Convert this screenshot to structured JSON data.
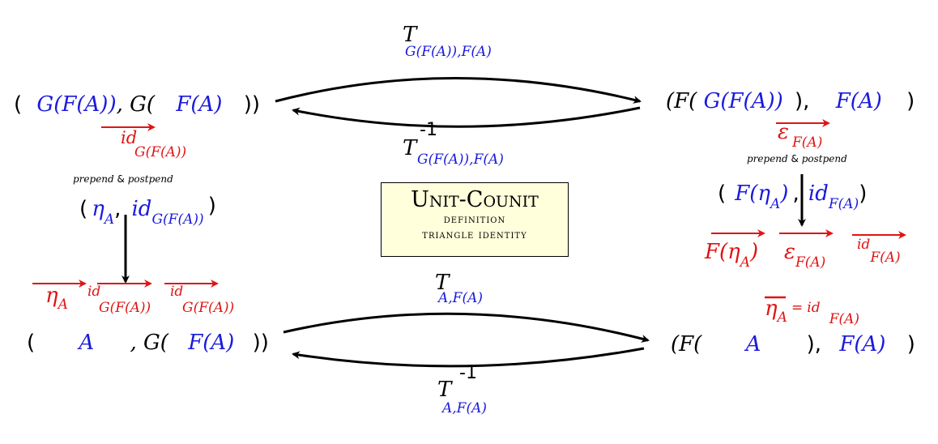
{
  "top_left": {
    "open": "(",
    "g_f_a": "G(F(A))",
    "comma_g": ", G(",
    "f_a": "F(A)",
    "close": "))"
  },
  "top_right": {
    "open_f": "(F(",
    "g_f_a": "G(F(A))",
    "close_comma": "),",
    "f_a": "F(A)",
    "close": ")"
  },
  "bottom_left": {
    "open": "(",
    "a": "A",
    "comma_g": ", G(",
    "f_a": "F(A)",
    "close": "))"
  },
  "bottom_right": {
    "open_f": "(F(",
    "a": "A",
    "close_comma": "),",
    "f_a": "F(A)",
    "close": ")"
  },
  "top_arrow": {
    "T": "T",
    "sub": "G(F(A)),F(A)",
    "inv_T": "T",
    "inv_exp": "-1",
    "inv_sub": "G(F(A)),F(A)"
  },
  "bottom_arrow": {
    "T": "T",
    "sub": "A,F(A)",
    "inv_T": "T",
    "inv_exp": "-1",
    "inv_sub": "A,F(A)"
  },
  "left_column": {
    "id_main": "id",
    "id_sub": "G(F(A))",
    "prepend": "prepend",
    "amp": "&",
    "postpend": "postpend",
    "pair_open": "(",
    "eta": "η",
    "eta_sub": "A",
    "pair_comma": ",",
    "id2": "id",
    "id2_sub": "G(F(A))",
    "pair_close": ")",
    "result_eta": "η",
    "result_eta_sub": "A",
    "result_id1": "id",
    "result_id1_sub": "G(F(A))",
    "result_id2": "id",
    "result_id2_sub": "G(F(A))"
  },
  "right_column": {
    "eps": "ε",
    "eps_sub": "F(A)",
    "prepend": "prepend",
    "amp": "&",
    "postpend": "postpend",
    "pair_open": "(",
    "f_eta": "F(η",
    "f_eta_sub": "A",
    "f_eta_close": ")",
    "pair_comma": ",",
    "id": "id",
    "id_sub": "F(A)",
    "pair_close": ")",
    "result_f_eta": "F(η",
    "result_f_eta_sub": "A",
    "result_f_eta_close": ")",
    "result_eps": "ε",
    "result_eps_sub": "F(A)",
    "result_id": "id",
    "result_id_sub": "F(A)",
    "eq_eta": "η",
    "eq_eta_sub": "A",
    "eq_sign": "=",
    "eq_id": "id",
    "eq_id_sub": "F(A)"
  },
  "center_box": {
    "title": "Unit-Counit",
    "line1": "definition",
    "line2": "triangle identity"
  },
  "colors": {
    "blue": "#1a1adc",
    "red": "#e01414",
    "box_fill": "#ffffdc"
  }
}
